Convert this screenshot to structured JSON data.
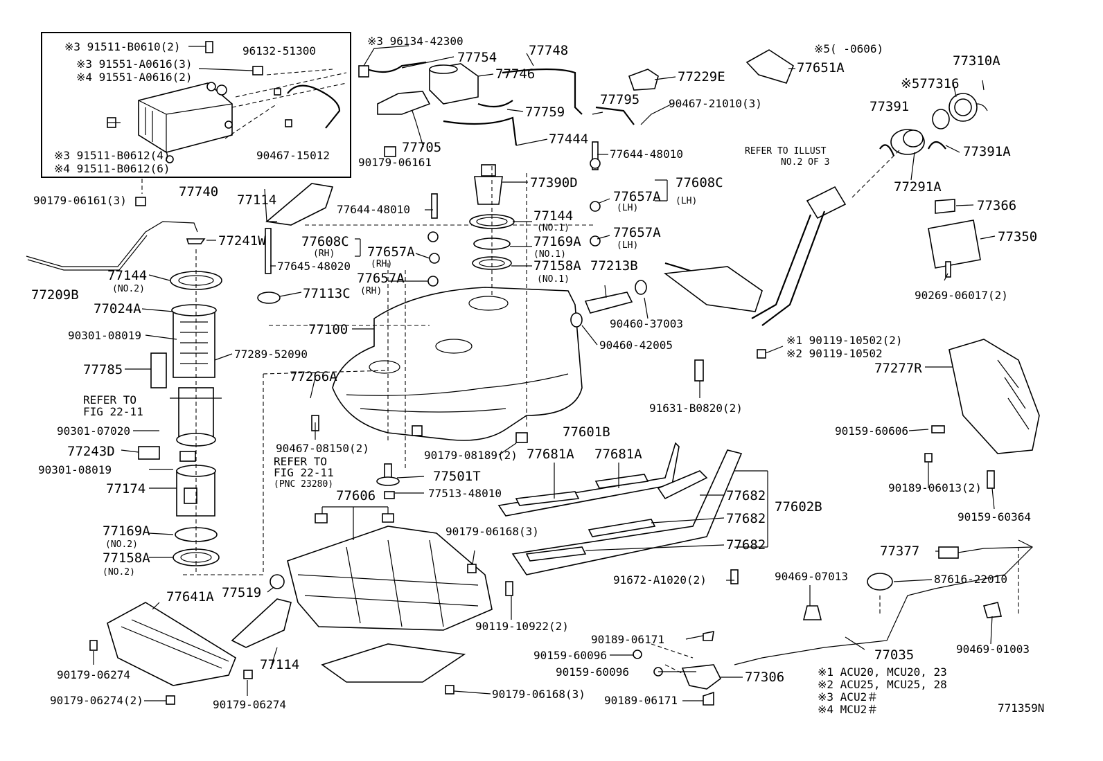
{
  "diagram_id": "771359N",
  "notes": [
    "※1 ACU20, MCU20, 23",
    "※2 ACU25, MCU25, 28",
    "※3 ACU2＃",
    "※4 MCU2＃"
  ],
  "refs": {
    "illust_1": "REFER TO ILLUST",
    "illust_2": "NO.2  OF 3",
    "fig_a1": "REFER  TO",
    "fig_a2": "FIG  22-11",
    "fig_b1": "REFER  TO",
    "fig_b2": "FIG  22-11",
    "fig_b3": "(PNC  23280)"
  },
  "labels": {
    "p91511_b0610": "※3  91511-B0610(2)",
    "p91551_a0616_3": "※3  91551-A0616(3)",
    "p91551_a0616_2": "※4  91551-A0616(2)",
    "p96132_51300": "96132-51300",
    "p91511_b0612_4": "※3  91511-B0612(4)",
    "p91511_b0612_6": "※4  91511-B0612(6)",
    "p90467_15012": "90467-15012",
    "p77740": "77740",
    "p90179_06161_3": "90179-06161(3)",
    "p96134_42300": "※3  96134-42300",
    "p77754": "77754",
    "p77748": "77748",
    "p77746": "77746",
    "p77759": "77759",
    "p77705": "77705",
    "p90179_06161": "90179-06161",
    "p77444": "77444",
    "p77229e": "77229E",
    "p77795": "77795",
    "p90467_21010": "90467-21010(3)",
    "p77651a_note": "※5(    -0606)",
    "p77651a": "77651A",
    "p77310a": "77310A",
    "p77316": "※577316",
    "p77391": "77391",
    "p77391a": "77391A",
    "p77291a": "77291A",
    "p77644_48010_a": "77644-48010",
    "p77390d": "77390D",
    "p77608c_lh": "77608C",
    "p77608c_lh_sub": "(LH)",
    "p77657a_lh1": "77657A",
    "p77657a_lh1_sub": "(LH)",
    "p77657a_lh2": "77657A",
    "p77657a_lh2_sub": "(LH)",
    "p77114_top": "77114",
    "p77644_48010_b": "77644-48010",
    "p77144_no1": "77144",
    "p77144_no1_sub": "(NO.1)",
    "p77169a_no1": "77169A",
    "p77169a_no1_sub": "(NO.1)",
    "p77158a_no1": "77158A",
    "p77158a_no1_sub": "(NO.1)",
    "p77241w": "77241W",
    "p77608c_rh": "77608C",
    "p77608c_rh_sub": "(RH)",
    "p77657a_rh1": "77657A",
    "p77657a_rh1_sub": "(RH)",
    "p77657a_rh2": "77657A",
    "p77657a_rh2_sub": "(RH)",
    "p77645_48020": "77645-48020",
    "p77209b": "77209B",
    "p77144_no2": "77144",
    "p77144_no2_sub": "(NO.2)",
    "p77024a": "77024A",
    "p77113c": "77113C",
    "p77100": "77100",
    "p77213b": "77213B",
    "p90460_37003": "90460-37003",
    "p90460_42005": "90460-42005",
    "p90119_10502_2": "※1  90119-10502(2)",
    "p90119_10502": "※2  90119-10502",
    "p77366": "77366",
    "p77350": "77350",
    "p90269_06017": "90269-06017(2)",
    "p90301_08019_a": "90301-08019",
    "p77289_52090": "77289-52090",
    "p77785": "77785",
    "p77266a": "77266A",
    "p91631_b0820": "91631-B0820(2)",
    "p77277r": "77277R",
    "p90301_07020": "90301-07020",
    "p90467_08150": "90467-08150(2)",
    "p90179_08189": "90179-08189(2)",
    "p77601b": "77601B",
    "p77681a_1": "77681A",
    "p77681a_2": "77681A",
    "p90159_60606": "90159-60606",
    "p77243d": "77243D",
    "p90301_08019_b": "90301-08019",
    "p77501t": "77501T",
    "p77513_48010": "77513-48010",
    "p90189_06013": "90189-06013(2)",
    "p77174": "77174",
    "p77606": "77606",
    "p77682_1": "77682",
    "p77682_2": "77682",
    "p77682_3": "77682",
    "p77602b": "77602B",
    "p90159_60364": "90159-60364",
    "p77169a_no2": "77169A",
    "p77169a_no2_sub": "(NO.2)",
    "p77158a_no2": "77158A",
    "p77158a_no2_sub": "(NO.2)",
    "p90179_06168_a": "90179-06168(3)",
    "p77377": "77377",
    "p87616_22010": "87616-22010",
    "p91672_a1020": "91672-A1020(2)",
    "p90469_07013": "90469-07013",
    "p77519": "77519",
    "p90119_10922": "90119-10922(2)",
    "p77641a": "77641A",
    "p90189_06171_a": "90189-06171",
    "p77035": "77035",
    "p90159_60096_a": "90159-60096",
    "p90469_01003": "90469-01003",
    "p90159_60096_b": "90159-60096",
    "p77306": "77306",
    "p90179_06274_a": "90179-06274",
    "p77114_bot": "77114",
    "p90179_06274_2": "90179-06274(2)",
    "p90179_06274_b": "90179-06274",
    "p90179_06168_b": "90179-06168(3)",
    "p90189_06171_b": "90189-06171"
  }
}
